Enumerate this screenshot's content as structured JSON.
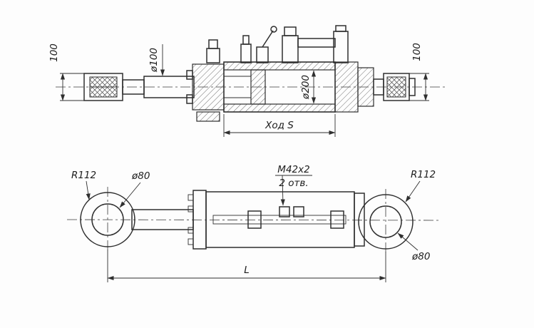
{
  "drawing": {
    "view_top": {
      "dim_height_left": "100",
      "dim_rod_diameter": "ø100",
      "dim_bore_diameter": "ø200",
      "dim_height_right": "100",
      "dim_stroke": "Ход S"
    },
    "view_side": {
      "dim_eye_radius_left": "R112",
      "dim_eye_bore_left": "ø80",
      "dim_thread": "M42x2",
      "dim_holes": "2 отв.",
      "dim_eye_radius_right": "R112",
      "dim_eye_bore_right": "ø80",
      "dim_length": "L"
    }
  }
}
